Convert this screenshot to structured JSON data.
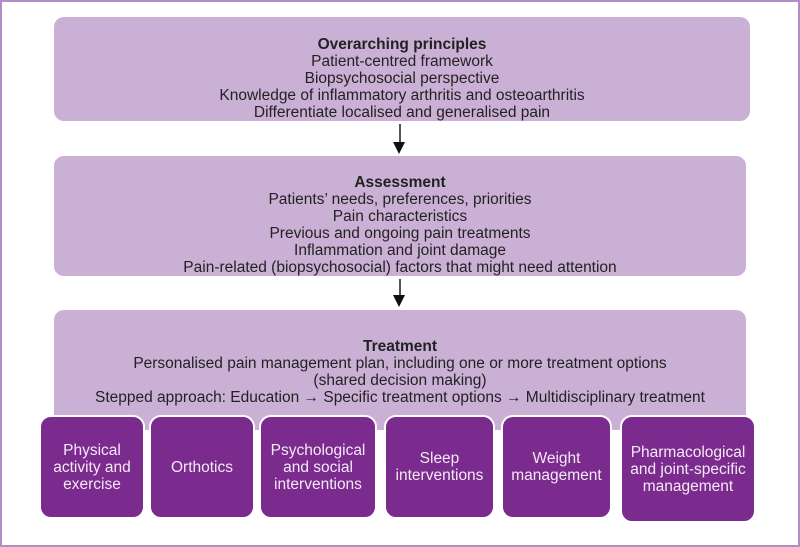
{
  "colors": {
    "panel_fill": "#cbb0d6",
    "option_fill": "#7b2a8d",
    "frame_border": "#b58cc3",
    "text_dark": "#222222",
    "text_light": "#f4eaf6"
  },
  "overarching": {
    "title": "Overarching principles",
    "lines": [
      "Patient-centred framework",
      "Biopsychosocial perspective",
      "Knowledge of inflammatory arthritis and osteoarthritis",
      "Differentiate localised and generalised pain"
    ]
  },
  "assessment": {
    "title": "Assessment",
    "lines": [
      "Patients’ needs, preferences, priorities",
      "Pain characteristics",
      "Previous and ongoing pain treatments",
      "Inflammation and joint damage",
      "Pain-related (biopsychosocial) factors that might need attention"
    ]
  },
  "treatment": {
    "title": "Treatment",
    "lines": [
      "Personalised pain management plan, including one or more treatment options",
      "(shared decision making)",
      "Stepped approach: Education → Specific treatment options →  Multidisciplinary treatment"
    ],
    "options": [
      "Physical\nactivity and\nexercise",
      "Orthotics",
      "Psychological\nand social\ninterventions",
      "Sleep\ninterventions",
      "Weight\nmanagement",
      "Pharmacological\nand joint-specific\nmanagement"
    ]
  },
  "arrows": [
    {
      "from": "overarching",
      "to": "assessment",
      "icon": "arrow-down-icon"
    },
    {
      "from": "assessment",
      "to": "treatment",
      "icon": "arrow-down-icon"
    }
  ]
}
